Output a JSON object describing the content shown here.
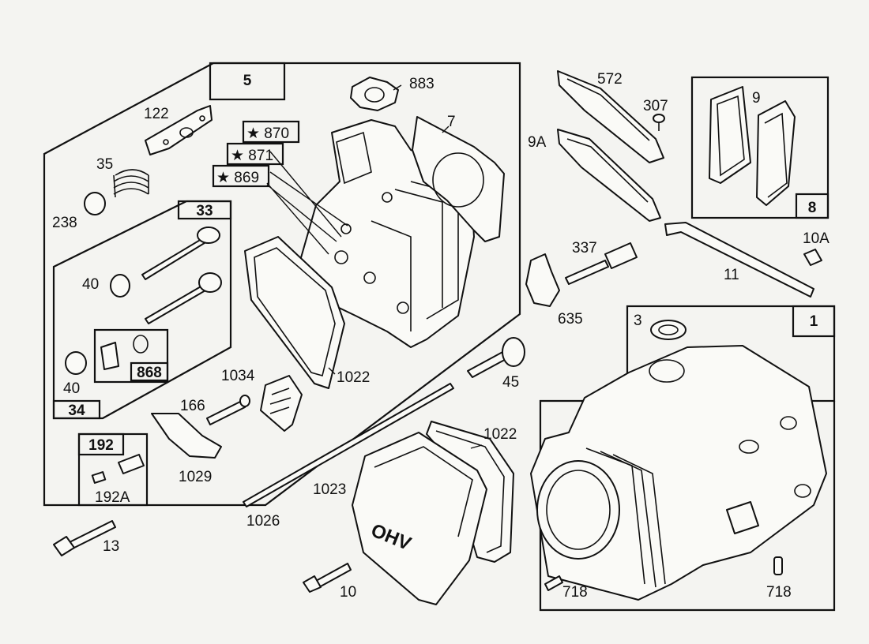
{
  "diagram": {
    "assemblies": [
      {
        "id": "asm-5",
        "label": "5"
      },
      {
        "id": "asm-1",
        "label": "1"
      },
      {
        "id": "asm-8",
        "label": "8"
      },
      {
        "id": "asm-33",
        "label": "33"
      },
      {
        "id": "asm-34",
        "label": "34"
      },
      {
        "id": "asm-192",
        "label": "192"
      },
      {
        "id": "asm-868",
        "label": "868"
      }
    ],
    "callouts": {
      "p883": "883",
      "p7": "7",
      "p122": "122",
      "p35": "35",
      "p238": "238",
      "p870": "★ 870",
      "p871": "★ 871",
      "p869": "★ 869",
      "p40a": "40",
      "p40b": "40",
      "p1034": "1034",
      "p1022a": "1022",
      "p166": "166",
      "p1029": "1029",
      "p192a": "192A",
      "p13": "13",
      "p1026": "1026",
      "p1023": "1023",
      "p10": "10",
      "p1022b": "1022",
      "p45": "45",
      "p572": "572",
      "p307": "307",
      "p9a": "9A",
      "p9": "9",
      "p337": "337",
      "p635": "635",
      "p11": "11",
      "p10a": "10A",
      "p3": "3",
      "p718a": "718",
      "p718b": "718"
    },
    "cover_marking": "OHV"
  }
}
